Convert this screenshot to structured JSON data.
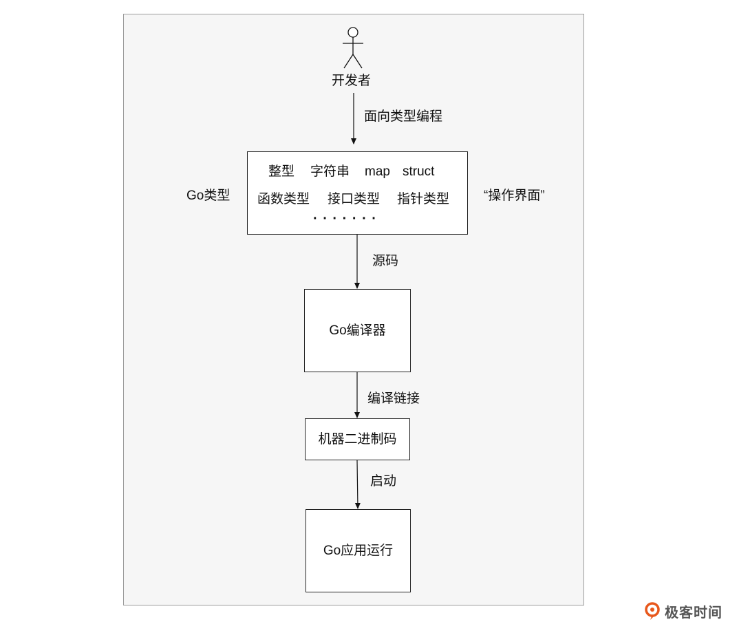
{
  "actor": {
    "label": "开发者"
  },
  "edges": {
    "e1": "面向类型编程",
    "e2": "源码",
    "e3": "编译链接",
    "e4": "启动"
  },
  "types_box": {
    "row1": [
      "整型",
      "字符串",
      "map",
      "struct"
    ],
    "row2": [
      "函数类型",
      "接口类型",
      "指针类型"
    ],
    "ellipsis": "· · · · · · ·",
    "left_label": "Go类型",
    "right_label": "“操作界面”"
  },
  "nodes": {
    "compiler": "Go编译器",
    "binary": "机器二进制码",
    "app": "Go应用运行"
  },
  "watermark": {
    "text": "极客时间",
    "color": "#e8581c"
  }
}
